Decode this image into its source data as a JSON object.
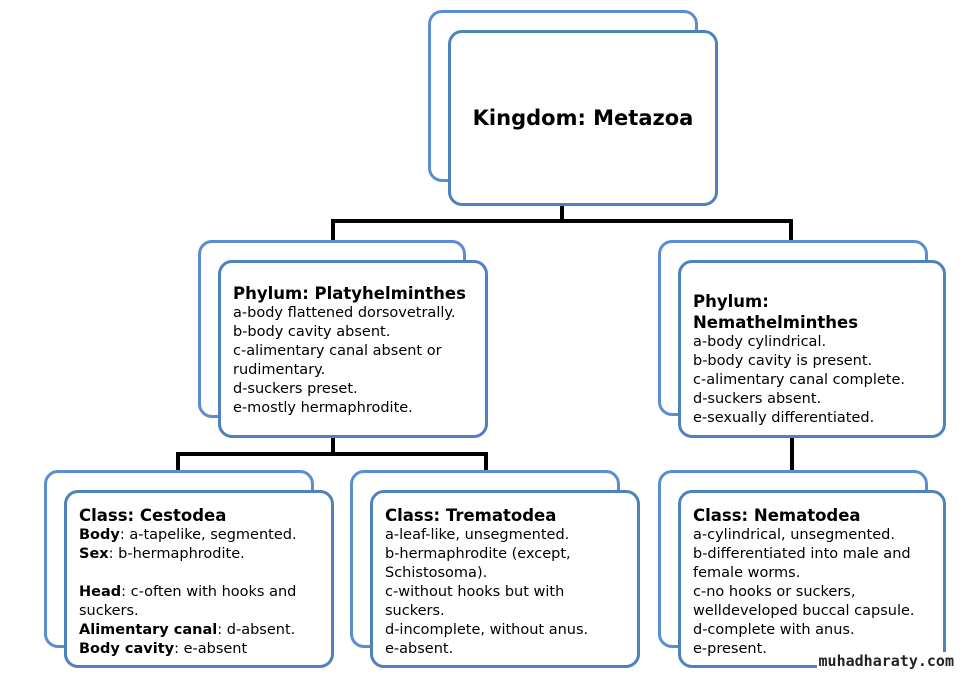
{
  "kingdom": {
    "title": "Kingdom: Metazoa"
  },
  "platyhelminthes": {
    "title": "Phylum: Platyhelminthes",
    "lines": [
      "a-body flattened dorsovetrally.",
      "b-body cavity absent.",
      "c-alimentary canal absent or",
      "rudimentary.",
      "d-suckers preset.",
      "e-mostly hermaphrodite."
    ]
  },
  "nemathelminthes": {
    "title": "Phylum: Nemathelminthes",
    "lines": [
      "a-body cylindrical.",
      "b-body cavity is present.",
      "c-alimentary canal complete.",
      "d-suckers absent.",
      "e-sexually differentiated."
    ]
  },
  "cestodea": {
    "title": "Class: Cestodea",
    "rows": [
      {
        "label": "Body",
        "text": ": a-tapelike, segmented."
      },
      {
        "label": "Sex",
        "text": ": b-hermaphrodite."
      },
      {
        "label": "Head",
        "text": ": c-often with hooks and"
      },
      {
        "label": "",
        "text": "suckers."
      },
      {
        "label": "Alimentary canal",
        "text": ": d-absent."
      },
      {
        "label": "Body cavity",
        "text": ": e-absent"
      }
    ]
  },
  "trematodea": {
    "title": "Class: Trematodea",
    "lines": [
      "a-leaf-like, unsegmented.",
      "b-hermaphrodite (except,",
      "Schistosoma).",
      "c-without hooks but with",
      "suckers.",
      "d-incomplete, without anus.",
      "e-absent."
    ]
  },
  "nematodea": {
    "title": "Class:  Nematodea",
    "lines": [
      "a-cylindrical, unsegmented.",
      "b-differentiated into male and",
      "female worms.",
      "c-no hooks or suckers,",
      "welldeveloped buccal capsule.",
      "d-complete with anus.",
      "e-present."
    ]
  },
  "watermark": "muhadharaty.com",
  "colors": {
    "border": "#4f81bd",
    "connector": "#000000"
  }
}
